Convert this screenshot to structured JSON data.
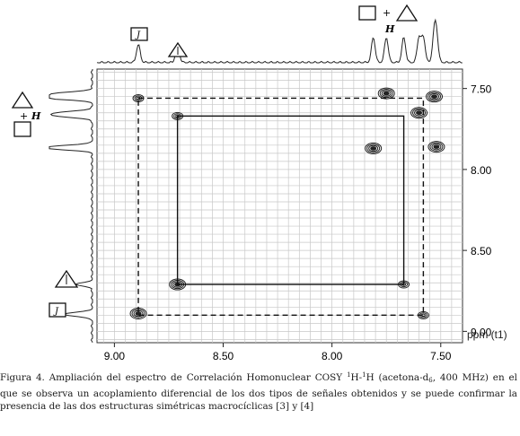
{
  "figure": {
    "axis_unit": "ppm (t1)",
    "x_ticks": [
      "9.00",
      "8.50",
      "8.00",
      "7.50"
    ],
    "y_ticks": [
      "7.50",
      "8.00",
      "8.50",
      "9.00"
    ],
    "box_symbol_label": "J",
    "plus_sign": "+",
    "h_label": "H"
  },
  "chart_data": {
    "type": "heatmap",
    "title": "",
    "xlabel": "",
    "ylabel": "ppm (t1)",
    "x_reversed": true,
    "y_reversed": true,
    "xlim": [
      9.08,
      7.4
    ],
    "ylim": [
      7.38,
      9.07
    ],
    "x_ticks": [
      9.0,
      8.5,
      8.0,
      7.5
    ],
    "y_ticks": [
      7.5,
      8.0,
      8.5,
      9.0
    ],
    "grid": true,
    "cross_peaks": [
      {
        "x": 8.89,
        "y": 7.56,
        "label": "dashed-corner"
      },
      {
        "x": 8.89,
        "y": 8.89,
        "label": "diagonal"
      },
      {
        "x": 8.71,
        "y": 7.67,
        "label": "solid-corner"
      },
      {
        "x": 8.71,
        "y": 8.71,
        "label": "diagonal"
      },
      {
        "x": 7.67,
        "y": 8.71,
        "label": "solid-corner"
      },
      {
        "x": 7.58,
        "y": 8.9,
        "label": "dashed-corner"
      },
      {
        "x": 7.52,
        "y": 7.86,
        "label": "cross"
      },
      {
        "x": 7.81,
        "y": 7.87,
        "label": "cross"
      },
      {
        "x": 7.75,
        "y": 7.53,
        "label": "cross"
      },
      {
        "x": 7.6,
        "y": 7.65,
        "label": "diagonal"
      },
      {
        "x": 7.53,
        "y": 7.55,
        "label": "diagonal"
      }
    ],
    "rectangles": [
      {
        "style": "dashed",
        "x": [
          8.89,
          7.58
        ],
        "y": [
          7.56,
          8.9
        ]
      },
      {
        "style": "solid",
        "x": [
          8.71,
          7.67
        ],
        "y": [
          7.67,
          8.71
        ]
      }
    ]
  },
  "caption": {
    "label": "Figura 4.",
    "text_before_sup": " Ampliación del espectro de Correlación Homonuclear COSY ",
    "sup1": "1",
    "h1": "H-",
    "sup2": "1",
    "h2": "H (acetona-d",
    "sub6": "6",
    "text_after": ", 400 MHz) en el que se observa un acoplamiento diferencial de los dos tipos de señales obtenidos y se puede confirmar la presencia de las dos estructuras simétricas macrocíclicas [3] y [4]"
  }
}
